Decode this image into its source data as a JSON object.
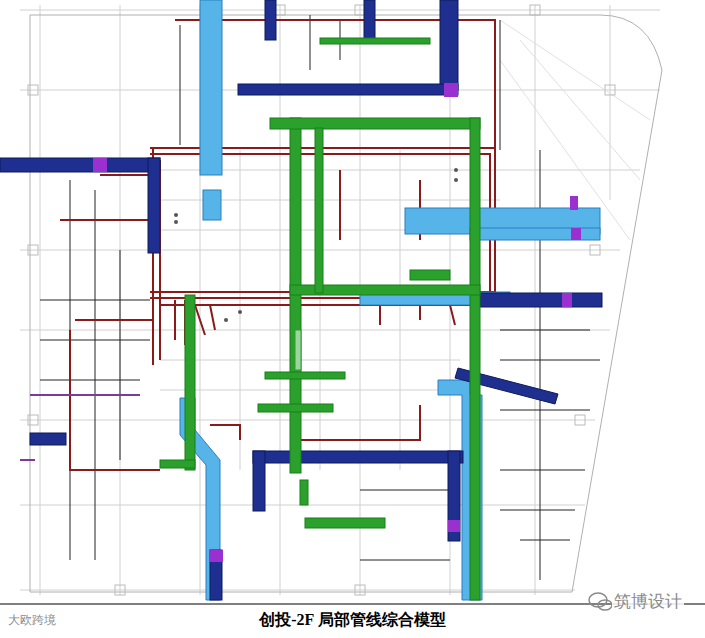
{
  "diagram": {
    "caption": "创投-2F 局部管线综合模型",
    "labels": [
      "大欧跨境",
      "筑博设计"
    ]
  }
}
